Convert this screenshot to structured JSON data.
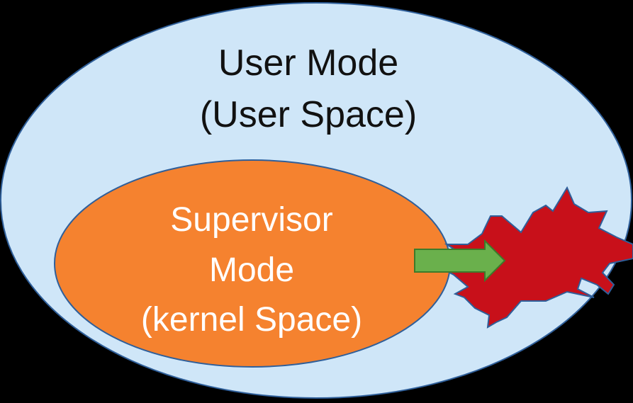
{
  "diagram": {
    "outer_region": {
      "title": "User Mode",
      "subtitle": "(User Space)",
      "fill": "#cfe6f8",
      "stroke": "#2f5f9a"
    },
    "inner_region": {
      "line1": "Supervisor",
      "line2": "Mode",
      "line3": "(kernel Space)",
      "fill": "#f5822f",
      "stroke": "#2f5f9a"
    },
    "arrow": {
      "fill": "#6ab04c",
      "stroke": "#3d7a2a",
      "icon": "right-arrow-icon"
    },
    "burst": {
      "fill": "#c8101a",
      "stroke": "#2f5f9a",
      "icon": "explosion-icon"
    },
    "background": "#000000"
  }
}
